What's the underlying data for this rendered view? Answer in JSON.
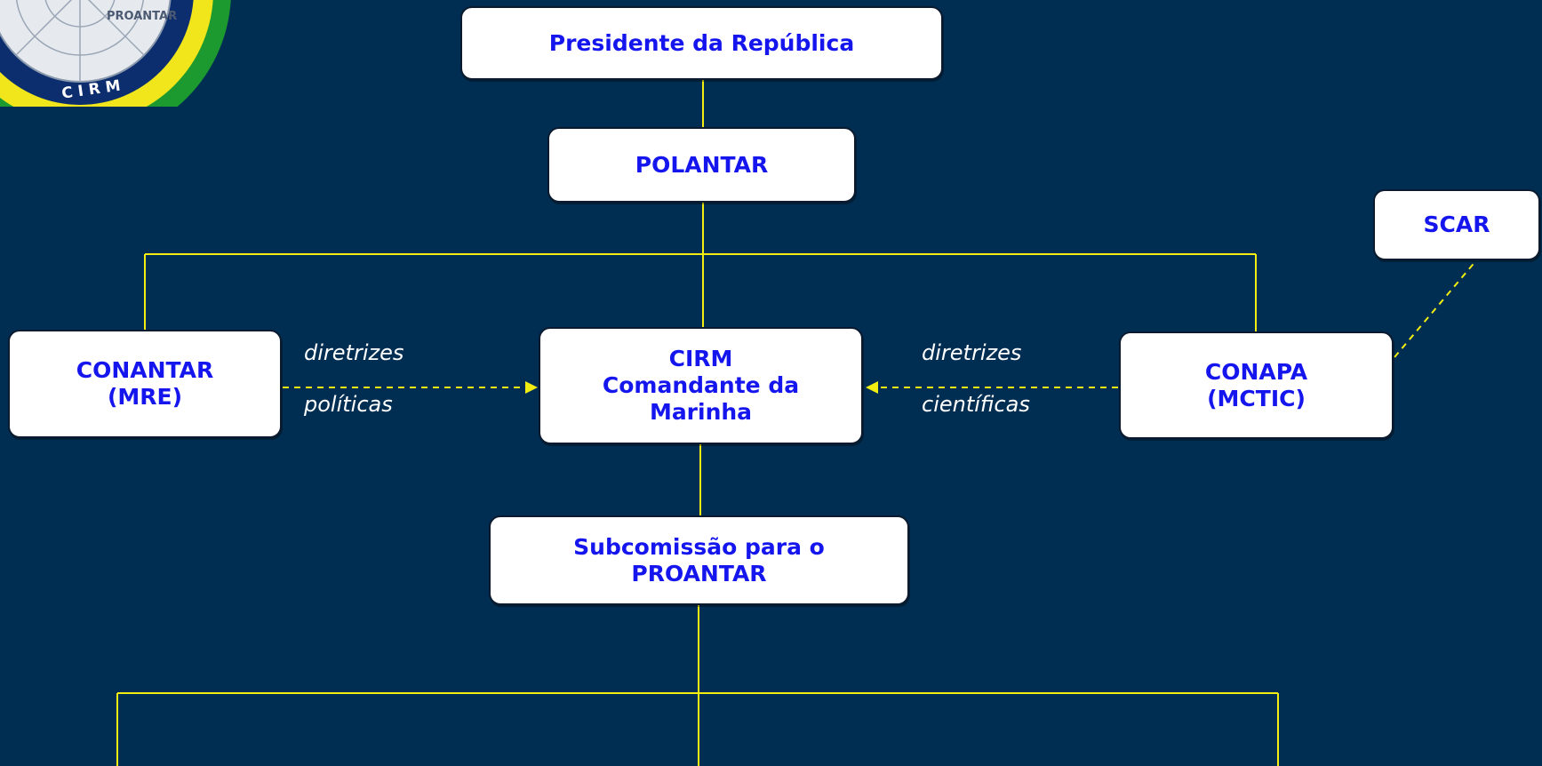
{
  "logo": {
    "text_top": "PROANTAR",
    "text_bottom": "C I R M",
    "text_side": "O"
  },
  "nodes": {
    "presidente": "Presidente da República",
    "polantar": "POLANTAR",
    "scar": "SCAR",
    "conantar": [
      "CONANTAR",
      "(MRE)"
    ],
    "cirm": [
      "CIRM",
      "Comandante da",
      "Marinha"
    ],
    "conapa": [
      "CONAPA",
      "(MCTIC)"
    ],
    "subcomissao": [
      "Subcomissão para o",
      "PROANTAR"
    ]
  },
  "edge_labels": {
    "left_top": "diretrizes",
    "left_bottom": "políticas",
    "right_top": "diretrizes",
    "right_bottom": "científicas"
  },
  "colors": {
    "background": "#002e52",
    "connector": "#f2ee12",
    "node_text": "#1515ee",
    "node_fill": "#ffffff"
  }
}
